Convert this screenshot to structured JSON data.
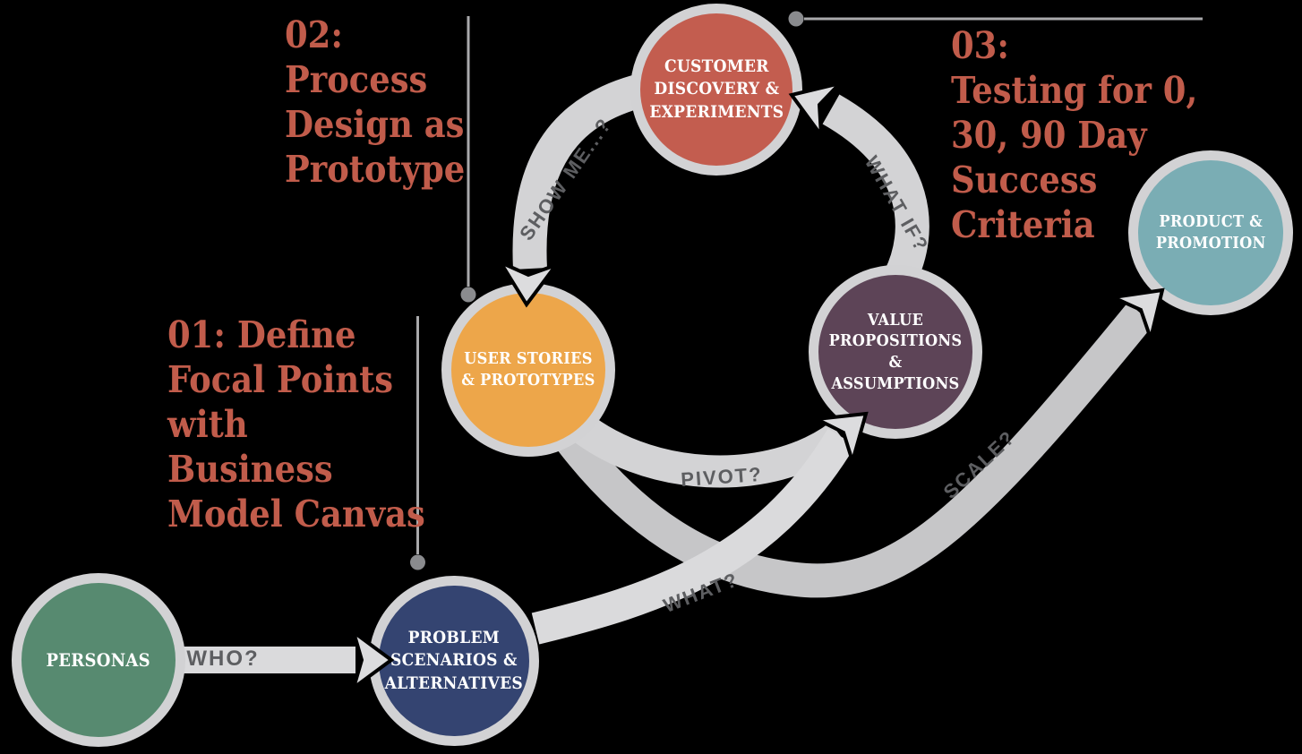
{
  "colors": {
    "background": "#000000",
    "ring": "#d2d2d4",
    "arrow": "#d3d3d5",
    "arrow_light": "#dadadc",
    "arrow_dark": "#c6c6c8",
    "arrow_head": "#dcdcde",
    "arrow_label": "#5d5e61",
    "callout_line": "#a9a9ab",
    "callout_dot": "#8a8b8e",
    "annotation_text": "#c15c4b",
    "node_text": "#ffffff",
    "node_personas": "#578a70",
    "node_problem": "#344471",
    "node_user_stories": "#eda64a",
    "node_customer": "#c35d4f",
    "node_value": "#5d4457",
    "node_product": "#7aadb4"
  },
  "nodes": {
    "personas": {
      "label": "PERSONAS"
    },
    "problem": {
      "label": "PROBLEM\nSCENARIOS &\nALTERNATIVES"
    },
    "user": {
      "label": "USER STORIES\n& PROTOTYPES"
    },
    "customer": {
      "label": "CUSTOMER\nDISCOVERY &\nEXPERIMENTS"
    },
    "value": {
      "label": "VALUE\nPROPOSITIONS &\nASSUMPTIONS"
    },
    "product": {
      "label": "PRODUCT &\nPROMOTION"
    }
  },
  "arrows": {
    "who": {
      "label": "WHO?"
    },
    "what": {
      "label": "WHAT?"
    },
    "pivot": {
      "label": "PIVOT?"
    },
    "scale": {
      "label": "SCALE?"
    },
    "show_me": {
      "label": "SHOW ME...?"
    },
    "what_if": {
      "label": "WHAT IF?"
    }
  },
  "annotations": {
    "step01": {
      "text": "01: Define\nFocal Points\nwith\nBusiness\nModel Canvas"
    },
    "step02": {
      "text": "02:\nProcess\nDesign as\nPrototype"
    },
    "step03": {
      "text": "03:\nTesting for 0,\n30, 90 Day\nSuccess\nCriteria"
    }
  }
}
